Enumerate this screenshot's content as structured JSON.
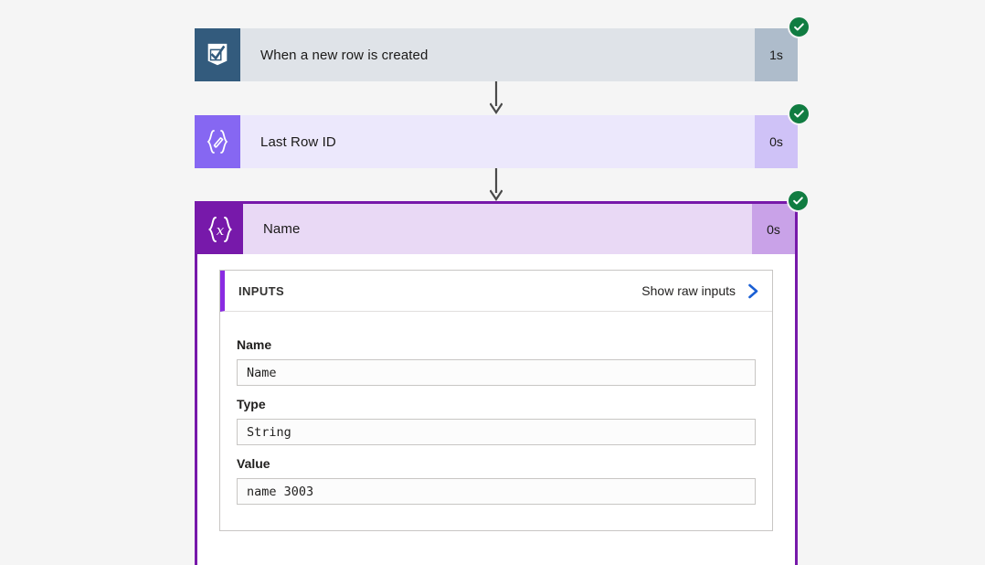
{
  "canvas": {
    "background": "#f5f5f5"
  },
  "colors": {
    "trigger_icon_bg": "#335b7d",
    "trigger_body_bg": "#dfe3e8",
    "trigger_duration_bg": "#aebccb",
    "setvar_icon_bg": "#8667f2",
    "setvar_body_bg": "#ece8fc",
    "setvar_duration_bg": "#cfc2f7",
    "initvar_icon_bg": "#7719aa",
    "initvar_body_bg": "#e9d9f5",
    "initvar_duration_bg": "#c9a2e8",
    "selection_border": "#7719aa",
    "status_success": "#107c41",
    "link_blue": "#1a5fd4",
    "panel_accent": "#8a2be2",
    "connector": "#4a4a4a"
  },
  "nodes": [
    {
      "id": "trigger",
      "icon": "microsoft-lists-icon",
      "title": "When a new row is created",
      "duration": "1s",
      "status": "succeeded",
      "status_glyph": "check"
    },
    {
      "id": "setvar",
      "icon": "set-variable-icon",
      "icon_glyph": "{✎}",
      "title": "Last Row ID",
      "duration": "0s",
      "status": "succeeded",
      "status_glyph": "check"
    },
    {
      "id": "initvar",
      "icon": "initialize-variable-icon",
      "icon_glyph": "{x}",
      "title": "Name",
      "duration": "0s",
      "status": "succeeded",
      "status_glyph": "check",
      "selected": true
    }
  ],
  "inputs_panel": {
    "header_label": "INPUTS",
    "raw_link_label": "Show raw inputs",
    "raw_link_icon": "chevron-right-icon",
    "fields": [
      {
        "label": "Name",
        "value": "Name"
      },
      {
        "label": "Type",
        "value": "String"
      },
      {
        "label": "Value",
        "value": "name 3003"
      }
    ]
  }
}
